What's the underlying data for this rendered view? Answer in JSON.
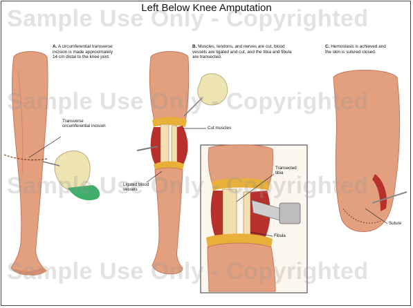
{
  "title": "Left Below Knee Amputation",
  "watermark": "Sample Use Only - Copyrighted",
  "panels": {
    "a": {
      "letter": "A.",
      "text": "A circumferential transverse incision is made approximately 14 cm distal to the knee joint."
    },
    "b": {
      "letter": "B.",
      "text": "Muscles, tendons, and nerves are cut, blood vessels are ligated and cut, and the tibia and fibula are transected."
    },
    "c": {
      "letter": "C.",
      "text": "Hemostasis is achieved and the skin is sutured closed."
    }
  },
  "labels": {
    "transverse_incision": "Transverse circumferential incision",
    "cut_muscles": "Cut muscles",
    "ligated_vessels": "Ligated blood vessels",
    "transected_tibia": "Transected tibia",
    "fibula": "Fibula",
    "suture": "Suture"
  },
  "colors": {
    "skin": "#e3a07e",
    "skin_shadow": "#c7765a",
    "muscle": "#b8302c",
    "bone": "#f2deb0",
    "fat": "#e8b038",
    "glove": "#eee4b2",
    "gown": "#3fae6a"
  }
}
